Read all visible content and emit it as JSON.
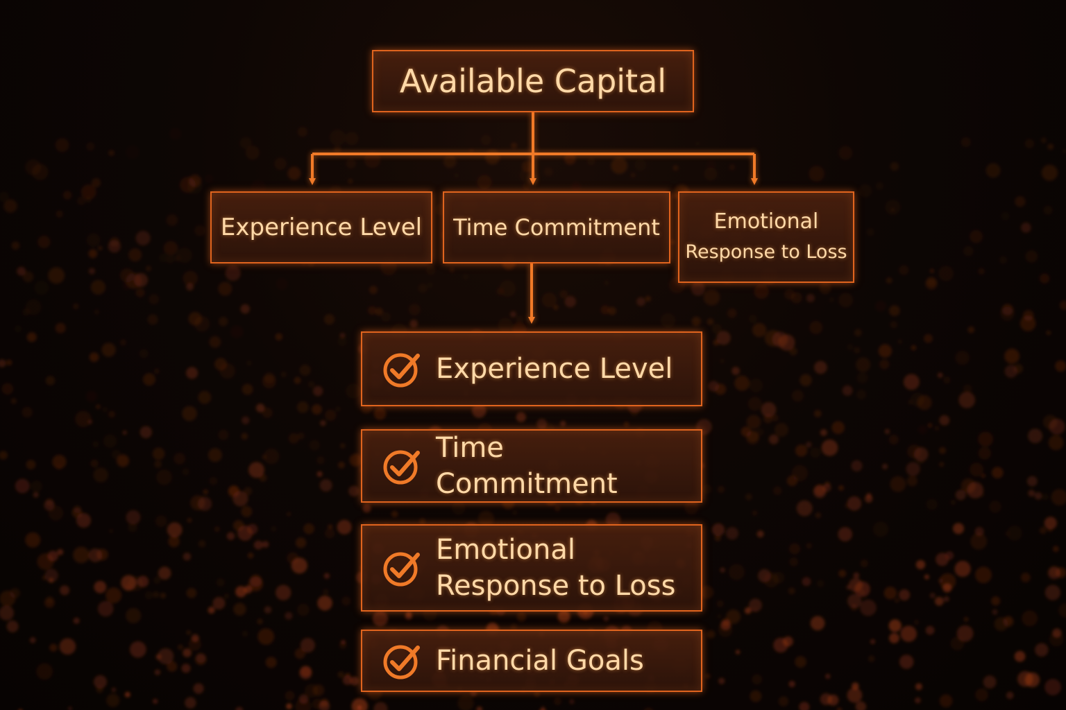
{
  "diagram": {
    "root": {
      "label": "Available Capital"
    },
    "branches": [
      {
        "label": "Experience Level"
      },
      {
        "label": "Time Commitment"
      },
      {
        "label_line1": "Emotional",
        "label_line2": "Response to Loss"
      }
    ],
    "checklist": [
      {
        "label": "Experience Level",
        "icon": "check-circle-icon"
      },
      {
        "label": "Time Commitment",
        "icon": "check-circle-icon"
      },
      {
        "label": "Emotional Response to Loss",
        "icon": "check-circle-icon"
      },
      {
        "label": "Financial Goals",
        "icon": "check-circle-icon"
      }
    ]
  },
  "colors": {
    "accent": "#e0641e",
    "text": "#ffd9a8",
    "box_fill": "#3c190b",
    "background": "#0b0503"
  }
}
